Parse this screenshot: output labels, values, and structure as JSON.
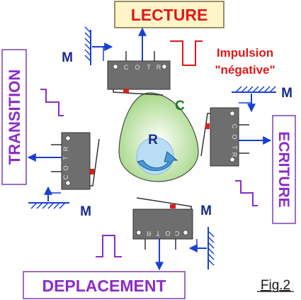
{
  "labels": {
    "lecture": "LECTURE",
    "ecriture": "ECRITURE",
    "transition": "TRANSITION",
    "deplacement": "DEPLACEMENT",
    "impulsion_line1": "Impulsion",
    "impulsion_line2": "\"négative\"",
    "cam_c": "C",
    "cam_r": "R",
    "magnet": "M",
    "figure": "Fig.2"
  },
  "switch_pins": {
    "c": "C",
    "o": "O",
    "t": "T",
    "r": "R"
  },
  "colors": {
    "lecture_fill": "#fff5c8",
    "lecture_border": "#7a6a3a",
    "lecture_text": "#e01818",
    "station_fill": "#ffffff",
    "station_border": "#7a3fb0",
    "station_text": "#8a2cc8",
    "switch_body": "#6e6e6e",
    "cam_fill": "#ccecb4",
    "cam_center": "#b8ddf5",
    "arrow_blue": "#1a3fd6",
    "m_color": "#1a2a8a",
    "c_color": "#1a7a1a",
    "r_color": "#1a2a8a",
    "pulse_red": "#e01818",
    "pulse_purple": "#8a2cc8",
    "impulsion_text": "#e01818"
  }
}
